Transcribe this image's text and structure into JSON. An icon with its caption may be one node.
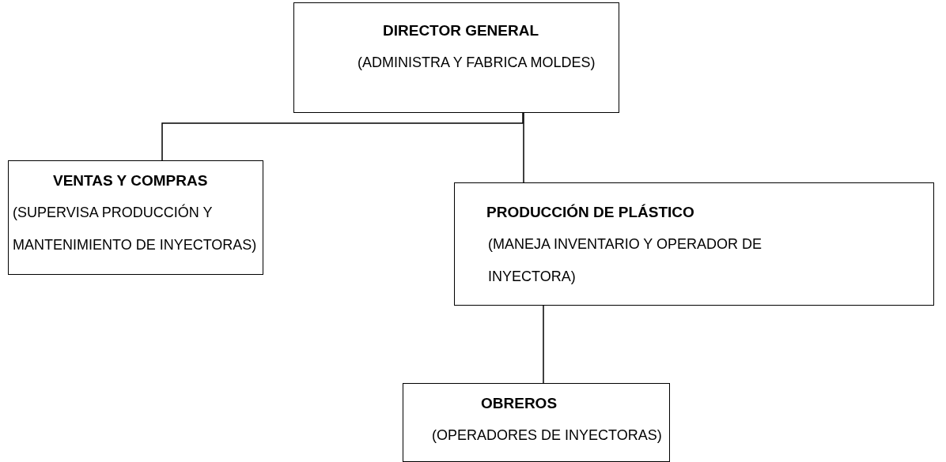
{
  "diagram": {
    "nodes": [
      {
        "text": [
          "DIRECTOR GENERAL",
          "(ADMINISTRA Y FABRICA MOLDES)"
        ]
      },
      {
        "text": [
          "VENTAS Y COMPRAS",
          "(SUPERVISA PRODUCCIÓN Y MANTENIMIENTO DE INYECTORAS)"
        ]
      },
      {
        "text": [
          "PRODUCCIÓN DE PLÁSTICO",
          "(MANEJA INVENTARIO Y OPERADOR DE INYECTORA)"
        ]
      },
      {
        "text": [
          "OBREROS",
          "(OPERADORES DE INYECTORAS)"
        ]
      }
    ],
    "edges": [
      {
        "from": 0,
        "to": 1,
        "arrow": "none"
      },
      {
        "from": 0,
        "to": 2,
        "arrow": "none"
      },
      {
        "from": 2,
        "to": 3,
        "arrow": "none"
      }
    ]
  }
}
